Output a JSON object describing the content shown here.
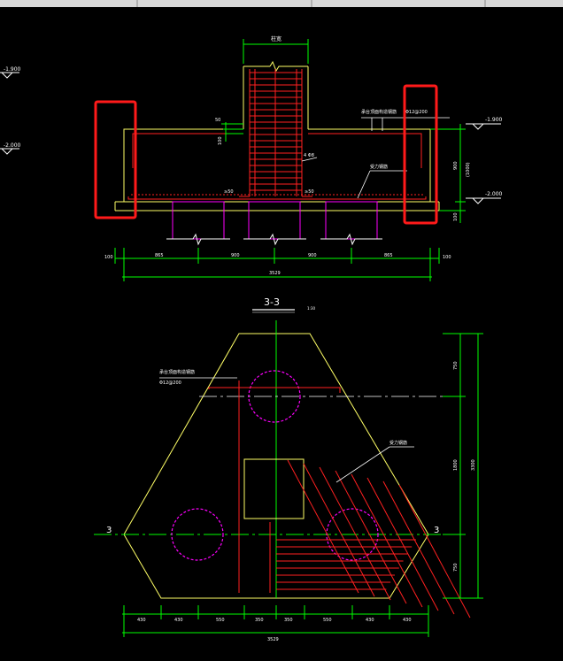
{
  "colors": {
    "background": "#000000",
    "dimension": "#00ff00",
    "rebar": "#ff2020",
    "concrete": "#ffff66",
    "text": "#ffffff",
    "pile": "#ff00ff",
    "centerline": "#00ff00",
    "highlight": "#ff1a1a"
  },
  "elevation": {
    "column_width_label": "柱宽",
    "left_level_top": "-1.900",
    "left_level_bottom": "-2.000",
    "right_level_top": "-1.900",
    "right_level_bottom": "-2.000",
    "tie_rebar_label": "承台顶面构造钢筋",
    "tie_rebar_spec": "Φ12@200",
    "stirrup_label": "4 Φ8",
    "main_rebar_label": "受力钢筋",
    "anchor_left": "≥50",
    "anchor_right": "≥50",
    "dim_50": "50",
    "dim_100": "100",
    "dim_depth": "900",
    "dim_depth_paren": "(1000)",
    "dim_bottom_100": "100",
    "bottom_dims": [
      "100",
      "865",
      "900",
      "900",
      "865",
      "100"
    ],
    "total_width": "3529"
  },
  "section": {
    "title": "3-3",
    "scale": "1:30",
    "tie_rebar_label": "承台顶面构造钢筋",
    "tie_rebar_spec": "Φ12@200",
    "main_rebar_label": "受力钢筋",
    "cut_left": "3",
    "cut_right": "3",
    "right_dims": [
      "750",
      "1800",
      "750"
    ],
    "right_total": "3300",
    "bottom_dims": [
      "430",
      "430",
      "550",
      "350",
      "350",
      "550",
      "430",
      "430"
    ],
    "total_width": "3529"
  }
}
